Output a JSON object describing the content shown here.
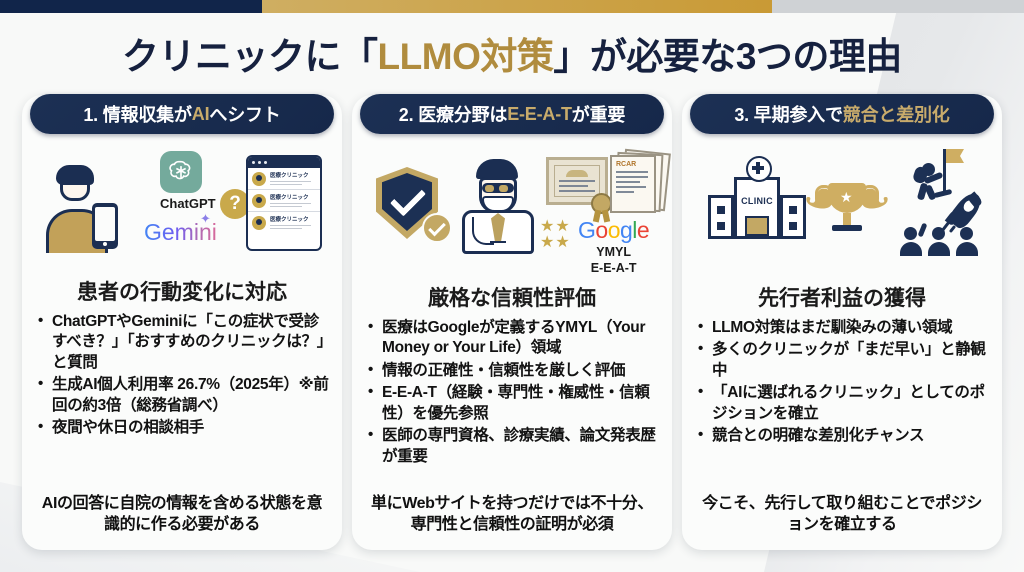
{
  "topbar": {
    "navy": "#11254a",
    "gold": "#c99a35",
    "grey": "#cfd2d5"
  },
  "title": {
    "part1": "クリニックに「",
    "highlight": "LLMO対策",
    "part2": "」が必要な3つの理由",
    "highlight_color": "#b08c3e"
  },
  "cards": [
    {
      "head_prefix": "1. 情報収集が",
      "head_highlight": "AI",
      "head_suffix": "へシフト",
      "sub_title": "患者の行動変化に対応",
      "illustration": {
        "person": "person-with-phone",
        "chatgpt_label": "ChatGPT",
        "gemini_label": "Gemini",
        "question_mark": "?",
        "browser_rows": [
          "医療クリニック",
          "医療クリニック",
          "医療クリニック"
        ]
      },
      "bullets": [
        "ChatGPTやGeminiに「この症状で受診すべき？」「おすすめのクリニックは？」と質問",
        "生成AI個人利用率 26.7%（2025年）※前回の約3倍（総務省調べ）",
        "夜間や休日の相談相手"
      ],
      "footer": "AIの回答に自院の情報を含める状態を意識的に作る必要がある"
    },
    {
      "head_prefix": "2. 医療分野は",
      "head_highlight": "E-E-A-T",
      "head_suffix": "が重要",
      "sub_title": "厳格な信頼性評価",
      "illustration": {
        "shield": "shield-check",
        "doctor": "doctor-figure",
        "certificate": "certificate",
        "documents_label": "RCAR",
        "stars": 4,
        "google_label": "Google",
        "ymyl_label": "YMYL",
        "eeat_label": "E-E-A-T"
      },
      "bullets": [
        "医療はGoogleが定義するYMYL（Your Money or Your Life）領域",
        "情報の正確性・信頼性を厳しく評価",
        "E-E-A-T（経験・専門性・権威性・信頼性）を優先参照",
        "医師の専門資格、診療実績、論文発表歴が重要"
      ],
      "footer": "単にWebサイトを持つだけでは不十分、専門性と信頼性の証明が必須"
    },
    {
      "head_prefix": "3. 早期参入で",
      "head_highlight": "競合と差別化",
      "head_suffix": "",
      "sub_title": "先行者利益の獲得",
      "illustration": {
        "clinic_label": "CLINIC",
        "trophy": "trophy-laurel",
        "climber": "person-with-flag",
        "rocket": "rocket",
        "crowd": "three-people"
      },
      "bullets": [
        "LLMO対策はまだ馴染みの薄い領域",
        "多くのクリニックが「まだ早い」と静観中",
        "「AIに選ばれるクリニック」としてのポジションを確立",
        "競合との明確な差別化チャンス"
      ],
      "footer": "今こそ、先行して取り組むことでポジションを確立する"
    }
  ]
}
